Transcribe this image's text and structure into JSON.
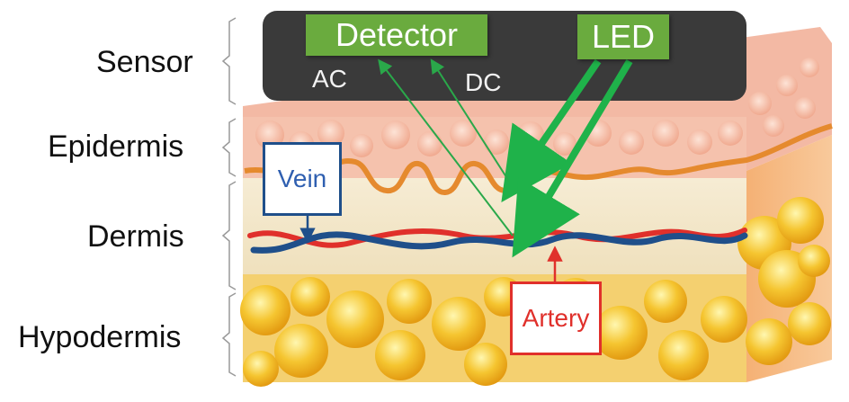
{
  "layers": {
    "sensor": "Sensor",
    "epidermis": "Epidermis",
    "dermis": "Dermis",
    "hypodermis": "Hypodermis"
  },
  "sensor_box": {
    "detector": "Detector",
    "led": "LED",
    "ac": "AC",
    "dc": "DC"
  },
  "vessels": {
    "vein": "Vein",
    "artery": "Artery"
  },
  "colors": {
    "led_arrow": "#1fb24a",
    "signal_arrow": "#2aa84a",
    "vein": "#1f4f8a",
    "artery": "#e0302b",
    "tag_green": "#6aab3e",
    "sensor_body": "#3a3a3a"
  }
}
